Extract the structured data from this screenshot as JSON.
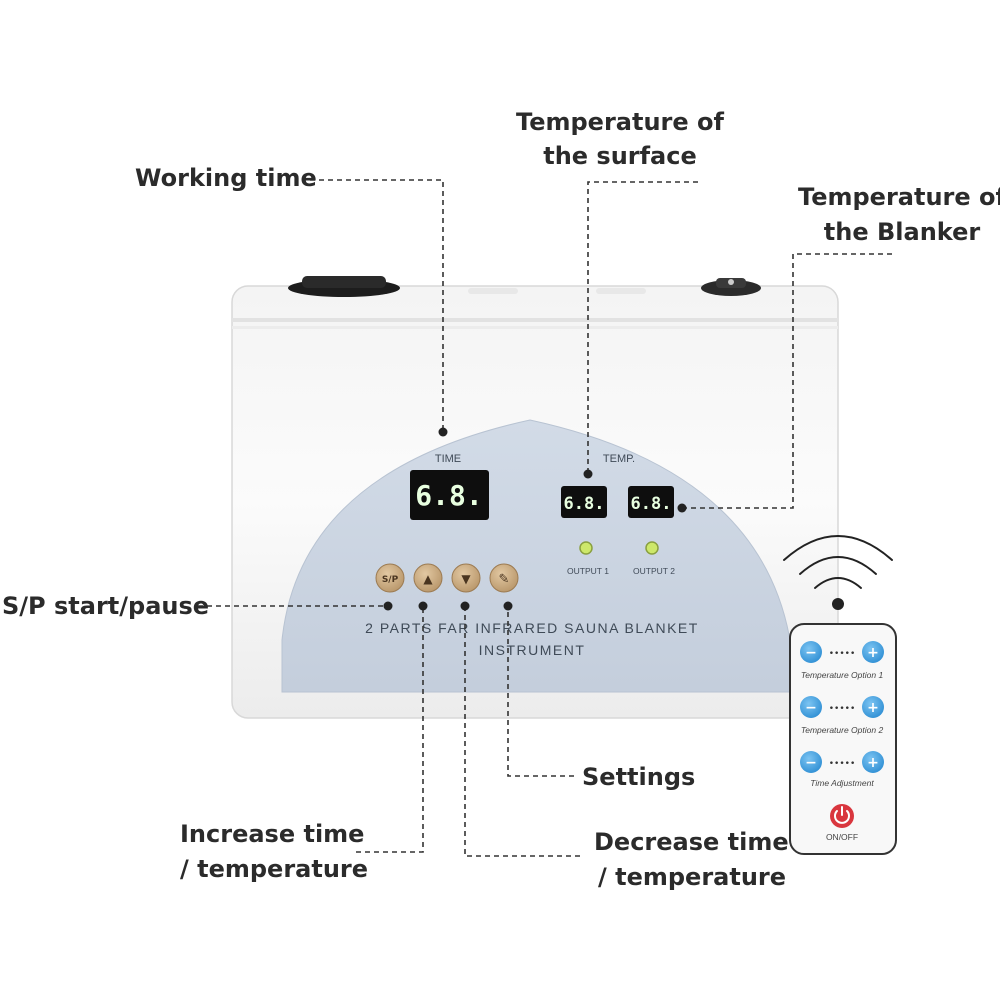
{
  "callouts": {
    "working_time": "Working time",
    "temp_surface_line1": "Temperature of",
    "temp_surface_line2": "the surface",
    "temp_blanket_line1": "Temperature of",
    "temp_blanket_line2": "the Blanker",
    "sp_start_pause": "S/P start/pause",
    "settings": "Settings",
    "increase_line1": "Increase time",
    "increase_line2": "/ temperature",
    "decrease_line1": "Decrease time",
    "decrease_line2": "/ temperature"
  },
  "device": {
    "time_label": "TIME",
    "temp_label": "TEMP.",
    "time_display": "6.8.",
    "output1_display": "6.8.",
    "output2_display": "6.8.",
    "output1_label": "OUTPUT 1",
    "output2_label": "OUTPUT 2",
    "title_line1": "2 PARTS FAR INFRARED SAUNA BLANKET",
    "title_line2": "INSTRUMENT",
    "buttons": {
      "sp": "S/P",
      "up": "▲",
      "down": "▼",
      "settings": "✎"
    }
  },
  "remote": {
    "minus": "−",
    "plus": "+",
    "dots": "•••••",
    "option1": "Temperature Option 1",
    "option2": "Temperature Option 2",
    "time_adjust": "Time Adjustment",
    "power_label": "ON/OFF"
  },
  "colors": {
    "panel": "#c9d3e1",
    "display_bg": "#111111",
    "segment": "#e8ffe0",
    "button_tan": "#c8a77e",
    "remote_button": "#4aa3e0",
    "power_red": "#d9363e",
    "led_green": "#cde86a"
  }
}
